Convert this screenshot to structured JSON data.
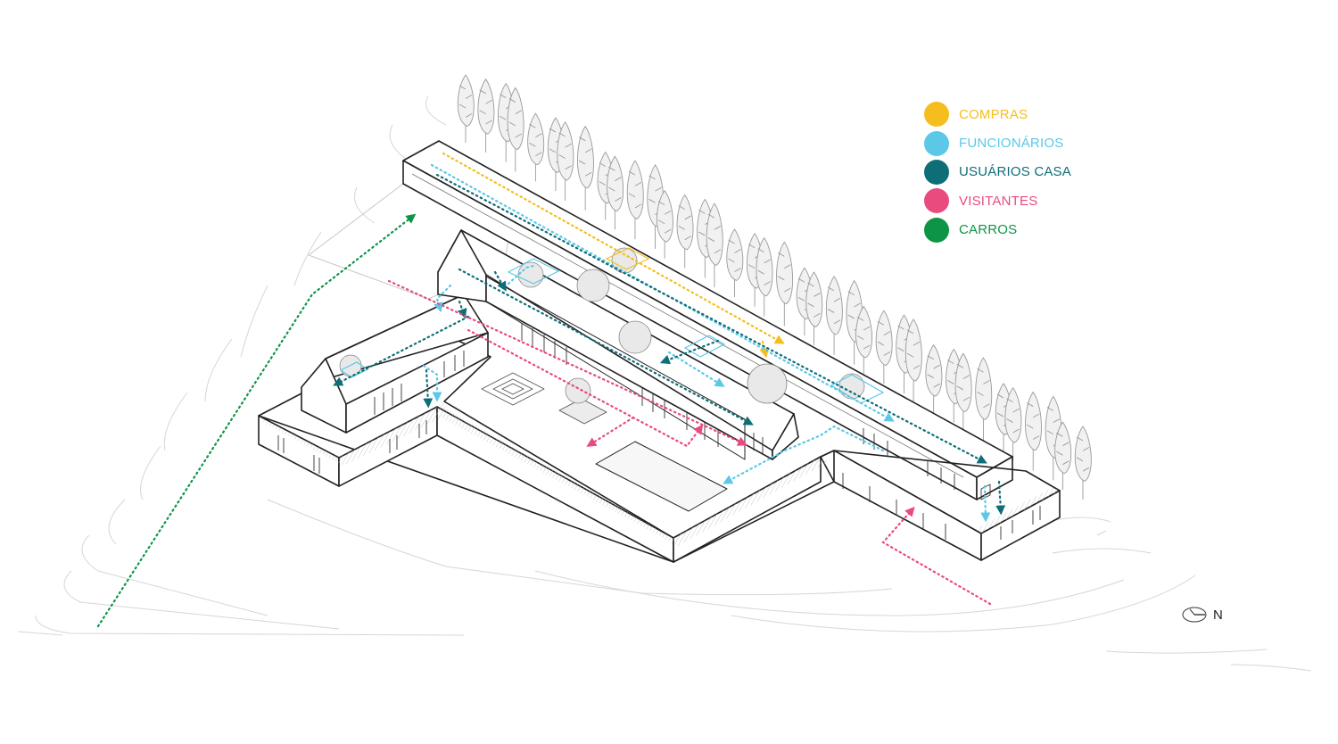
{
  "legend": {
    "items": [
      {
        "label": "COMPRAS",
        "color": "#F5BE1E"
      },
      {
        "label": "FUNCIONÁRIOS",
        "color": "#5BC8E8"
      },
      {
        "label": "USUÁRIOS CASA",
        "color": "#0E6E78"
      },
      {
        "label": "VISITANTES",
        "color": "#E94B7F"
      },
      {
        "label": "CARROS",
        "color": "#0E9446"
      }
    ]
  },
  "north": {
    "label": "N",
    "icon": "compass-icon"
  }
}
